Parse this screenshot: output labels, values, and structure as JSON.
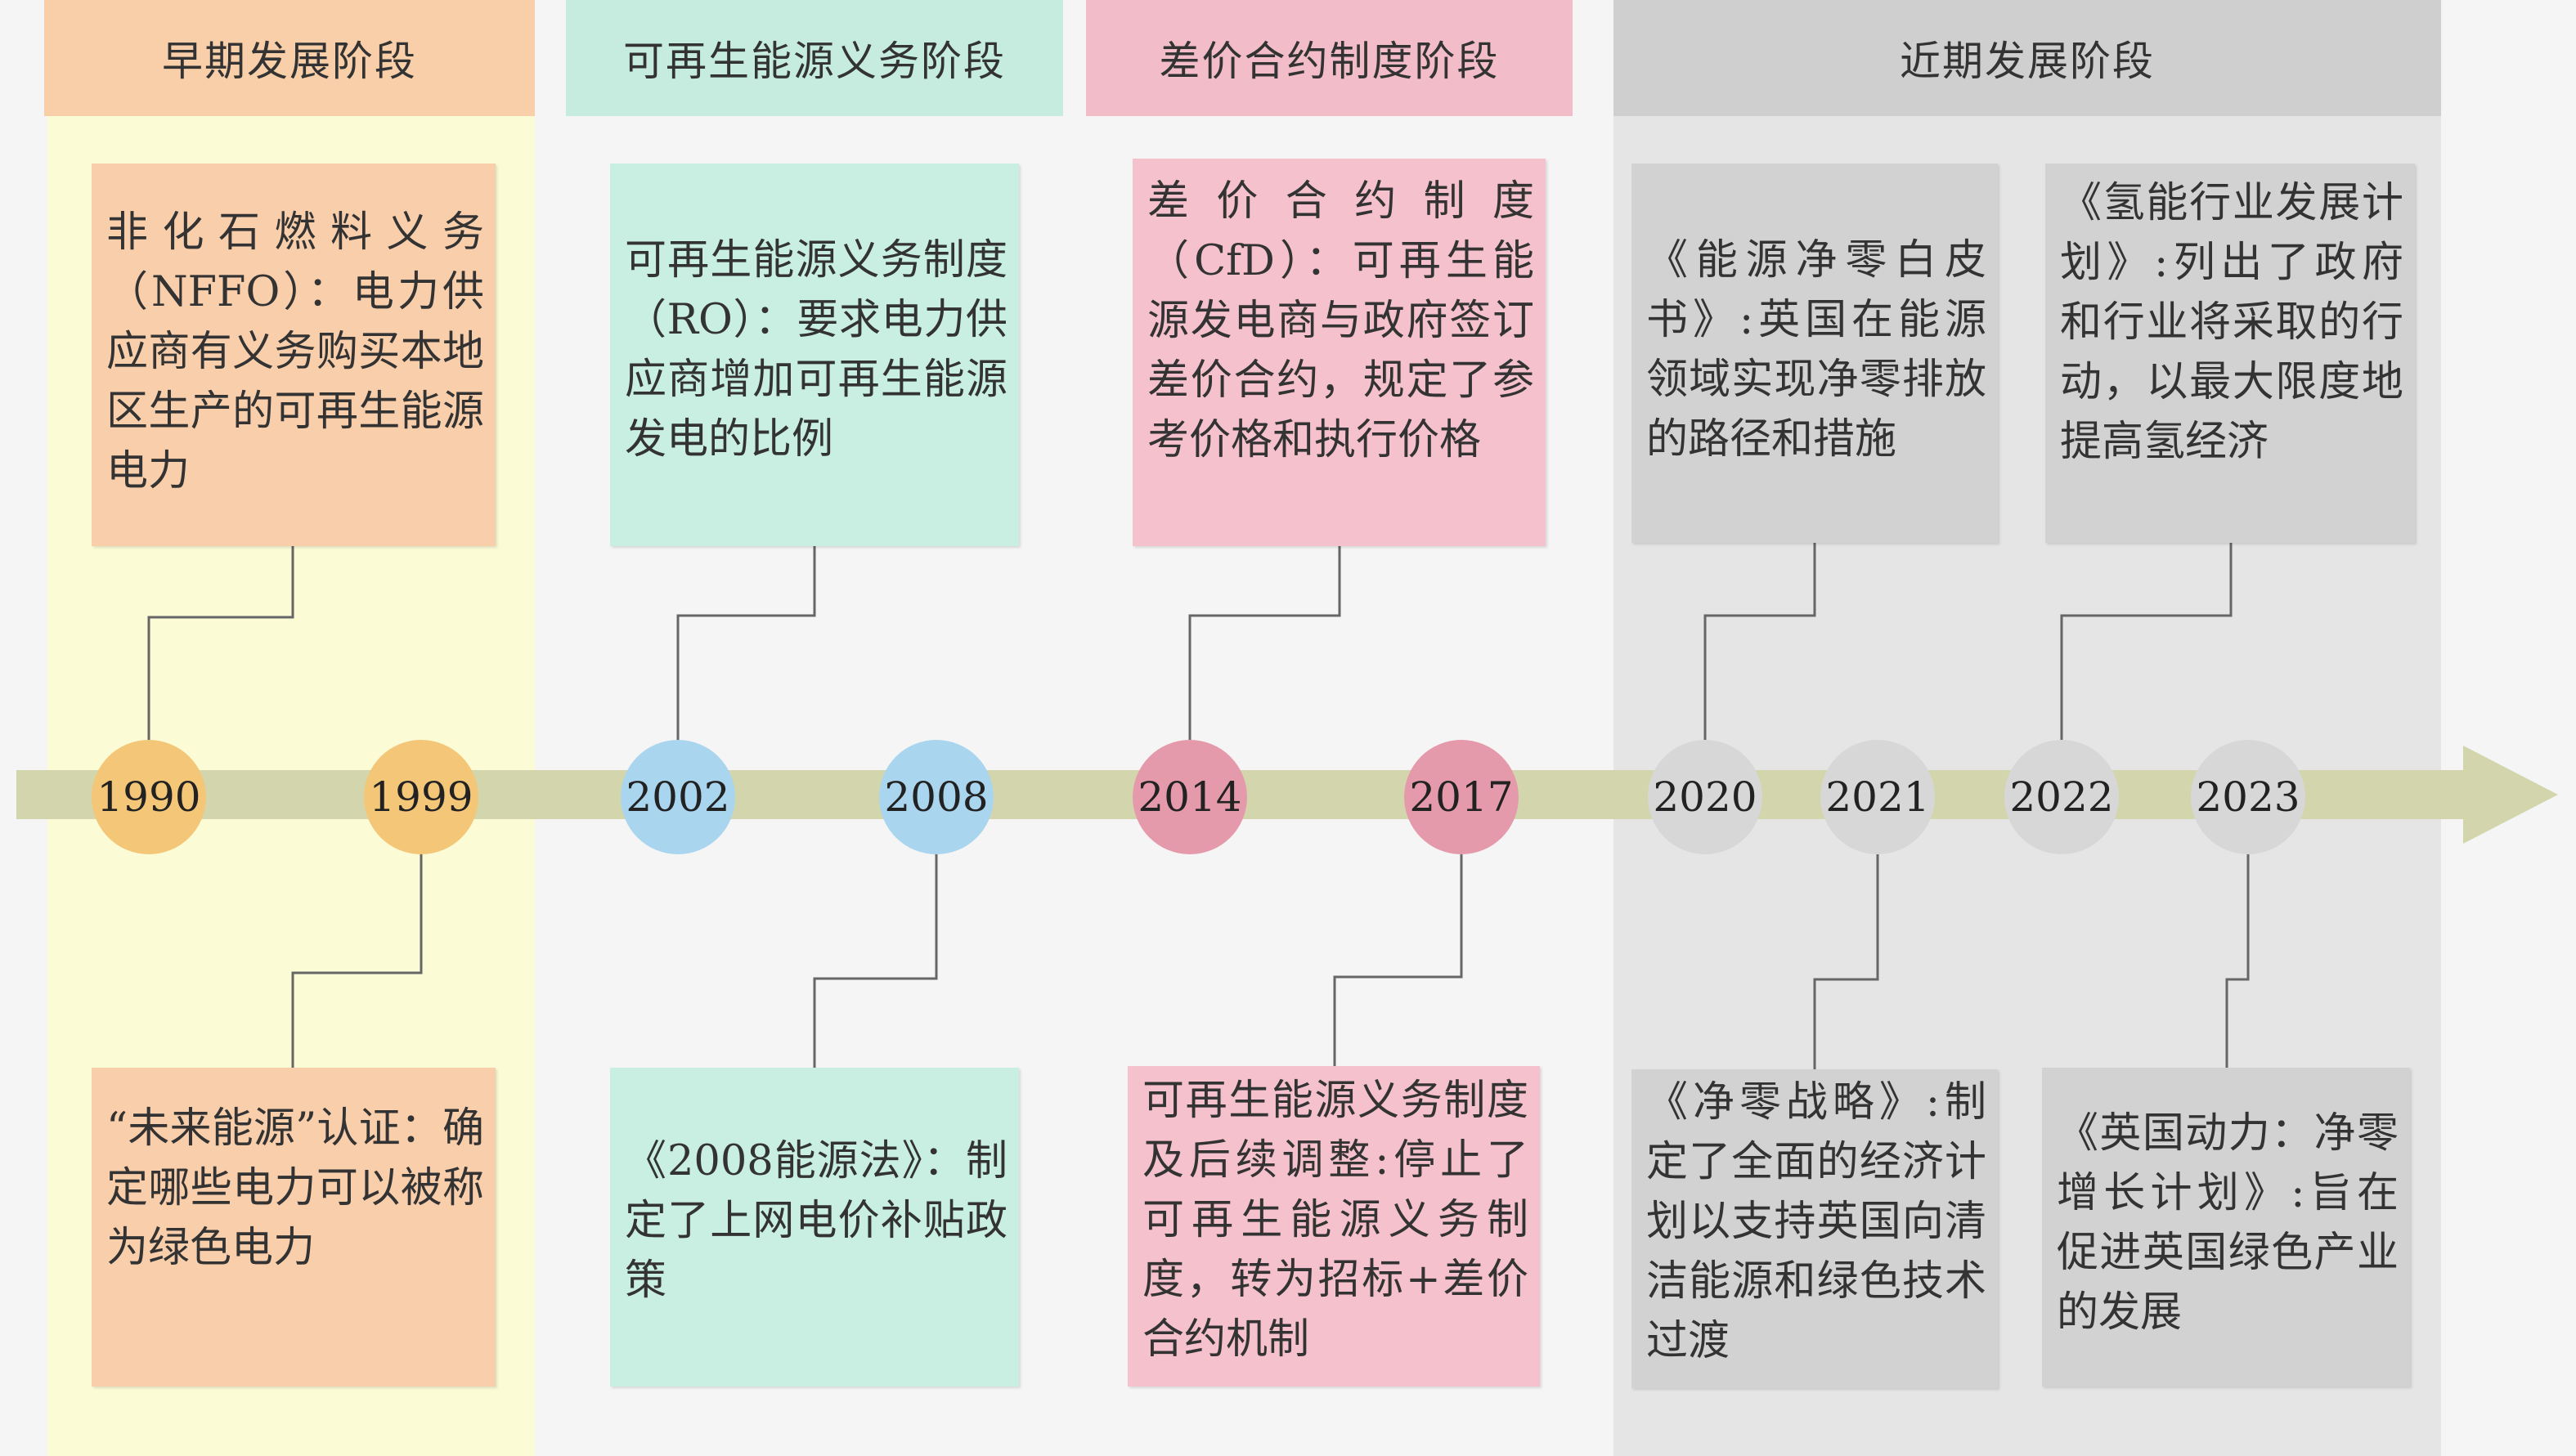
{
  "phases": {
    "early": "早期发展阶段",
    "ro": "可再生能源义务阶段",
    "cfd": "差价合约制度阶段",
    "recent": "近期发展阶段"
  },
  "years": {
    "y1990": "1990",
    "y1999": "1999",
    "y2002": "2002",
    "y2008": "2008",
    "y2014": "2014",
    "y2017": "2017",
    "y2020": "2020",
    "y2021": "2021",
    "y2022": "2022",
    "y2023": "2023"
  },
  "events": {
    "e1990": "非化石燃料义务（NFFO）：电力供应商有义务购买本地区生产的可再生能源电力",
    "e1999": "“未来能源”认证：确定哪些电力可以被称为绿色电力",
    "e2002": "可再生能源义务制度（RO）：要求电力供应商增加可再生能源发电的比例",
    "e2008": "《2008能源法》：制定了上网电价补贴政策",
    "e2014": "差价合约制度（CfD）：可再生能源发电商与政府签订差价合约，规定了参考价格和执行价格",
    "e2017": "可再生能源义务制度及后续调整:停止了可再生能源义务制度，转为招标+差价合约机制",
    "e2020": "《能源净零白皮书》:英国在能源领域实现净零排放的路径和措施",
    "e2021": "《净零战略》:制定了全面的经济计划以支持英国向清洁能源和绿色技术过渡",
    "e2022": "《氢能行业发展计划》:列出了政府和行业将采取的行动，以最大限度地提高氢经济",
    "e2023": "《英国动力：净零增长计划》:旨在促进英国绿色产业的发展"
  },
  "colors": {
    "early": "#f9ceab",
    "ro": "#c9eee2",
    "cfd": "#f4c1cc",
    "recent": "#d2d2d2",
    "axis": "#d3d6ad"
  }
}
